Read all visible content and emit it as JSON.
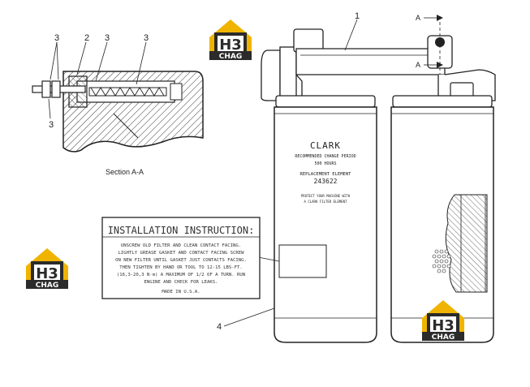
{
  "callouts": {
    "c1": "1",
    "c2": "2",
    "c3a": "3",
    "c3b": "3",
    "c3c": "3",
    "c3d": "3",
    "c4": "4",
    "sectionA_top": "A",
    "sectionA_bottom": "A"
  },
  "section_caption": "Section A-A",
  "filter_label": {
    "brand": "CLARK",
    "line1": "RECOMMENDED CHANGE PERIOD",
    "line2": "500 HOURS",
    "line3": "REPLACEMENT ELEMENT",
    "part_number": "243622",
    "line4": "PROTECT YOUR MACHINE WITH",
    "line5": "A CLARK FILTER ELEMENT"
  },
  "instruction": {
    "title": "INSTALLATION INSTRUCTION:",
    "lines": [
      "UNSCREW OLD FILTER AND CLEAN CONTACT FACING.",
      "LIGHTLY GREASE GASKET AND CONTACT FACING SCREW",
      "ON NEW FILTER UNTIL GASKET JUST CONTACTS FACING.",
      "THEN TIGHTEN BY HAND OR TOOL TO 12-15 LBS-FT.",
      "(16,3-20,3 N·m) A MAXIMUM OF 1/2 OF A TURN. RUN",
      "ENGINE AND CHECK FOR LEAKS."
    ],
    "footer": "MADE IN U.S.A."
  },
  "watermark": {
    "logo_text": "H3",
    "logo_subtext": "CHAG"
  },
  "colors": {
    "ink": "#222222",
    "logo_dark": "#2b2b2b",
    "logo_yellow": "#f0b400"
  }
}
